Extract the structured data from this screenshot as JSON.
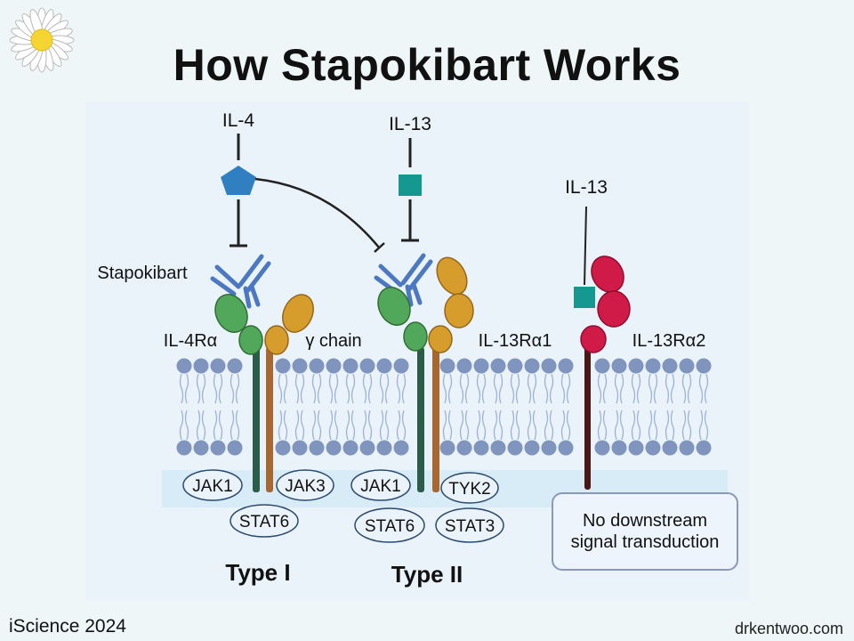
{
  "title": "How Stapokibart Works",
  "source": "iScience 2024",
  "website": "drkentwoo.com",
  "cytokines": {
    "il4": "IL-4",
    "il13_type2": "IL-13",
    "il13_decoy": "IL-13"
  },
  "drug_label": "Stapokibart",
  "receptors": {
    "il4ra": "IL-4Rα",
    "gamma_chain": "γ chain",
    "il13ra1": "IL-13Rα1",
    "il13ra2": "IL-13Rα2"
  },
  "kinases": {
    "jak1_type1": "JAK1",
    "jak3": "JAK3",
    "jak1_type2": "JAK1",
    "tyk2": "TYK2"
  },
  "stats": {
    "stat6_type1": "STAT6",
    "stat6_type2": "STAT6",
    "stat3": "STAT3"
  },
  "no_signal": {
    "line1": "No downstream",
    "line2": "signal transduction"
  },
  "types": {
    "type1": "Type I",
    "type2": "Type II"
  },
  "colors": {
    "il4_pentagon": "#2f7fc1",
    "il13_square": "#14988f",
    "antibody": "#4b78c0",
    "il4ra_green": "#52a85a",
    "gamma_gold": "#d69c2c",
    "il13ra2_red": "#d01a48",
    "membrane_head": "#7f95bd"
  }
}
